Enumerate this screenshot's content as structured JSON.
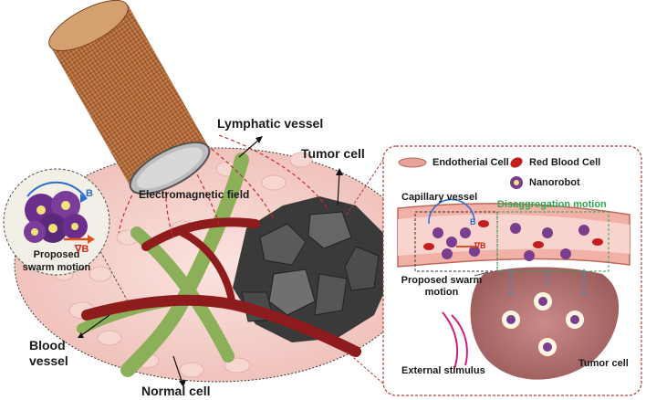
{
  "labels": {
    "lymphatic_vessel": "Lymphatic vessel",
    "tumor_cell_main": "Tumor cell",
    "electromagnetic_field": "Electromagnetic field",
    "proposed_swarm_motion_main": "Proposed swarm motion",
    "blood_vessel": "Blood vessel",
    "normal_cell": "Normal cell",
    "b_symbol": "B",
    "grad_b_symbol": "∇B"
  },
  "inset": {
    "legend": {
      "endotherial_cell": "Endotherial Cell",
      "red_blood_cell": "Red Blood Cell",
      "nanorobot": "Nanorobot"
    },
    "capillary_vessel": "Capillary vessel",
    "disaggregation_motion": "Disaggregation motion",
    "proposed_swarm_motion": "Proposed swarm motion",
    "external_stimulus": "External stimulus",
    "tumor_cell": "Tumor cell",
    "b_symbol": "B",
    "grad_b_symbol": "∇B"
  },
  "colors": {
    "coil_copper": "#b8703e",
    "tissue_pink": "#f2c9c3",
    "blood_red": "#8e1c1c",
    "lymph_green": "#8cb05a",
    "tumor_dark": "#2e2e2e",
    "inset_border": "#b33a3a",
    "disaggregation_green": "#2fa84f",
    "nanorobot_purple": "#7a3e8e"
  }
}
